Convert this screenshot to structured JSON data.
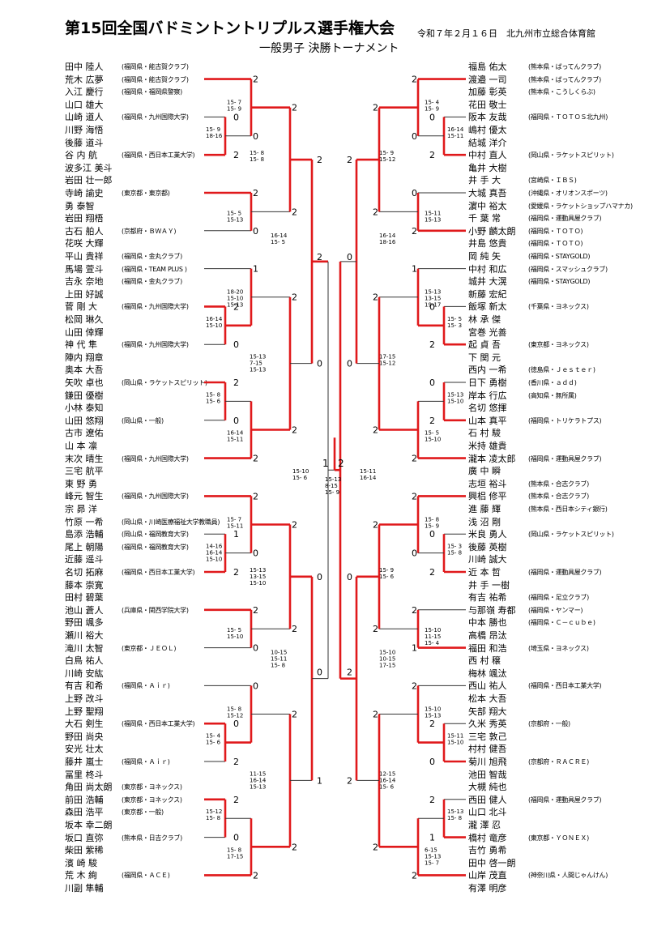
{
  "header": {
    "title": "第15回全国バドミントントリプルス選手権大会",
    "date_venue": "令和７年２月１６日　北九州市立総合体育館",
    "subtitle": "一般男子 決勝トーナメント"
  },
  "left_teams": [
    {
      "players": [
        "田中 陸人",
        "荒木 広夢",
        "入江 慶行"
      ],
      "affiliation": [
        "(福岡県・能古賀クラブ)",
        "(福岡県・能古賀クラブ)",
        "(福岡県・福岡県警察)"
      ]
    },
    {
      "players": [
        "山口 雄大",
        "山崎 道人",
        "川野 海悟"
      ],
      "affiliation": [
        "(福岡県・九州国際大学)"
      ]
    },
    {
      "players": [
        "後藤 道斗",
        "谷 内 航",
        "波多江 美斗"
      ],
      "affiliation": [
        "(福岡県・西日本工業大学)"
      ]
    },
    {
      "players": [
        "岩田 壮一郎",
        "寺崎 諭史",
        "勇 泰智"
      ],
      "affiliation": [
        "(東京都・東京都)"
      ]
    },
    {
      "players": [
        "岩田 翔梧",
        "古石 舶人",
        "花咲 大輝"
      ],
      "affiliation": [
        "(京都府・ＢＷＡＹ)"
      ]
    },
    {
      "players": [
        "平山 貴祥",
        "馬場 萱斗",
        "吉永 奈地"
      ],
      "affiliation": [
        "(福岡県・金丸クラブ)",
        "(福岡県・TEAM PLUS )",
        "(福岡県・金丸クラブ)"
      ]
    },
    {
      "players": [
        "上田 好誠",
        "菅 剛 大",
        "松岡 琳久"
      ],
      "affiliation": [
        "(福岡県・九州国際大学)"
      ]
    },
    {
      "players": [
        "山田 倖輝",
        "神 代 隼",
        "陣内 翔章"
      ],
      "affiliation": [
        "(福岡県・九州国際大学)"
      ]
    },
    {
      "players": [
        "奥本 大吾",
        "矢吹 卓也",
        "鎌田 優樹"
      ],
      "affiliation": [
        "(岡山県・ラケットスピリット)"
      ]
    },
    {
      "players": [
        "小林 泰知",
        "山田 悠翔",
        "古市 遼佑"
      ],
      "affiliation": [
        "(岡山県・一般)"
      ]
    },
    {
      "players": [
        "山 本 凛",
        "末次 晴生",
        "三宅 航平"
      ],
      "affiliation": [
        "(福岡県・九州国際大学)"
      ]
    },
    {
      "players": [
        "東 野 勇",
        "峰元 智生",
        "宗 昴 洋"
      ],
      "affiliation": [
        "(福岡県・九州国際大学)"
      ]
    },
    {
      "players": [
        "竹原 一希",
        "島添 浩輔",
        "尾上 朝陽"
      ],
      "affiliation": [
        "(岡山県・川崎医療福祉大学教職員)",
        "(岡山県・福岡教育大学)",
        "(福岡県・福岡教育大学)"
      ]
    },
    {
      "players": [
        "近藤 遥斗",
        "名切 拓麻",
        "藤本 崇寛"
      ],
      "affiliation": [
        "(福岡県・西日本工業大学)"
      ]
    },
    {
      "players": [
        "田村 碧葉",
        "池山 蒼人",
        "野田 颯多"
      ],
      "affiliation": [
        "(兵庫県・関西学院大学)"
      ]
    },
    {
      "players": [
        "瀬川 裕大",
        "滝川 太智",
        "白鳥 祐人"
      ],
      "affiliation": [
        "(東京都・ＪＥＯＬ)"
      ]
    },
    {
      "players": [
        "川崎 安紘",
        "有吉 和希",
        "上野 改斗"
      ],
      "affiliation": [
        "(福岡県・Ａｉｒ)"
      ]
    },
    {
      "players": [
        "上野 聖翔",
        "大石 剣生",
        "野田 尚央"
      ],
      "affiliation": [
        "(福岡県・西日本工業大学)"
      ]
    },
    {
      "players": [
        "安光 壮太",
        "藤井 嵐士",
        "冨里 柊斗"
      ],
      "affiliation": [
        "(福岡県・Ａｉｒ)"
      ]
    },
    {
      "players": [
        "角田 尚太朗",
        "前田 浩輔",
        "森田 浩平"
      ],
      "affiliation": [
        "(東京都・ヨネックス)",
        "(東京都・ヨネックス)",
        "(東京都・一般)"
      ]
    },
    {
      "players": [
        "坂本 幸二朗",
        "坂口 直弥",
        "柴田 紫稀"
      ],
      "affiliation": [
        "(熊本県・日吉クラブ)"
      ]
    },
    {
      "players": [
        "濱 崎 駿",
        "荒 木 絢",
        "川副 隼輔"
      ],
      "affiliation": [
        "(福岡県・ＡＣＥ)"
      ]
    }
  ],
  "right_teams": [
    {
      "players": [
        "福島 佑太",
        "渡邉 一司",
        "加藤 彰英"
      ],
      "affiliation": [
        "(熊本県・ばってんクラブ)",
        "(熊本県・ばってんクラブ)",
        "(熊本県・こうしくらぶ)"
      ]
    },
    {
      "players": [
        "花田 敬士",
        "阪本 友哉",
        "嶋村 優太"
      ],
      "affiliation": [
        "(福岡県・ＴＯＴＯＳ北九州)"
      ]
    },
    {
      "players": [
        "結城 洋介",
        "中村 直人",
        "亀井 大樹"
      ],
      "affiliation": [
        "(岡山県・ラケットスピリット)"
      ]
    },
    {
      "players": [
        "井 手 大",
        "大城 真吾",
        "濵中 裕太"
      ],
      "affiliation": [
        "(宮崎県・ＩＢＳ)",
        "(沖縄県・オリオンスポーツ)",
        "(愛媛県・ラケットショップハマナカ)"
      ]
    },
    {
      "players": [
        "千 葉 常",
        "小野 麟太朗",
        "井島 悠貴"
      ],
      "affiliation": [
        "(福岡県・運動具屋クラブ)",
        "(福岡県・ＴＯＴＯ)",
        "(福岡県・ＴＯＴＯ)"
      ]
    },
    {
      "players": [
        "岡 純 矢",
        "中村 和広",
        "城井 大滉"
      ],
      "affiliation": [
        "(福岡県・STAYGOLD)",
        "(福岡県・スマッシュクラブ)",
        "(福岡県・STAYGOLD)"
      ]
    },
    {
      "players": [
        "新藤 宏紀",
        "飯塚 新太",
        "林 承 傑"
      ],
      "affiliation": [
        "(千葉県・ヨネックス)"
      ]
    },
    {
      "players": [
        "宮巻 光善",
        "起 貞 吾",
        "下 関 元"
      ],
      "affiliation": [
        "(東京都・ヨネックス)"
      ]
    },
    {
      "players": [
        "西内 一希",
        "日下 勇樹",
        "岸本 行広"
      ],
      "affiliation": [
        "(徳島県・Ｊｅｓｔｅｒ)",
        "(香川県・ａｄｄ)",
        "(高知県・無所属)"
      ]
    },
    {
      "players": [
        "名切 悠揮",
        "山本 真平",
        "石 村 駿"
      ],
      "affiliation": [
        "(福岡県・トリケラトプス)"
      ]
    },
    {
      "players": [
        "米持 雄貴",
        "瀧本 凌太郎",
        "廣 中 瞬"
      ],
      "affiliation": [
        "(福岡県・運動具屋クラブ)"
      ]
    },
    {
      "players": [
        "志垣 裕斗",
        "興梠 修平",
        "進 藤 輝"
      ],
      "affiliation": [
        "(熊本県・合志クラブ)",
        "(熊本県・合志クラブ)",
        "(熊本県・西日本シティ銀行)"
      ]
    },
    {
      "players": [
        "浅 沼 剛",
        "米良 勇人",
        "後藤 英樹"
      ],
      "affiliation": [
        "(岡山県・ラケットスピリット)"
      ]
    },
    {
      "players": [
        "川崎 誠大",
        "近 本 哲",
        "井 手 一樹"
      ],
      "affiliation": [
        "(福岡県・運動具屋クラブ)"
      ]
    },
    {
      "players": [
        "有吉 祐希",
        "与那嶺 寿都",
        "中本 勝也"
      ],
      "affiliation": [
        "(福岡県・足立クラブ)",
        "(福岡県・ヤンマー)",
        "(福岡県・Ｃ－ｃｕｂｅ)"
      ]
    },
    {
      "players": [
        "高橋 昂汰",
        "福田 和浩",
        "西 村 穣"
      ],
      "affiliation": [
        "(埼玉県・ヨネックス)"
      ]
    },
    {
      "players": [
        "梅林 颯汰",
        "西山 祐人",
        "松本 大吾"
      ],
      "affiliation": [
        "(福岡県・西日本工業大学)"
      ]
    },
    {
      "players": [
        "矢部 翔大",
        "久米 秀英",
        "三宅 敦己"
      ],
      "affiliation": [
        "(京都府・一般)"
      ]
    },
    {
      "players": [
        "村村 健吾",
        "菊川 旭飛",
        "池田 智哉"
      ],
      "affiliation": [
        "(京都府・ＲＡＣＲＥ)"
      ]
    },
    {
      "players": [
        "大槻 純也",
        "西田 健人",
        "山口 北斗"
      ],
      "affiliation": [
        "(福岡県・運動具屋クラブ)"
      ]
    },
    {
      "players": [
        "瀧 澤 忍",
        "橋村 竜彦",
        "吉竹 勇希"
      ],
      "affiliation": [
        "(東京都・ＹＯＮＥＸ)"
      ]
    },
    {
      "players": [
        "田中 啓一朗",
        "山岸 茂直",
        "有澤 明彦"
      ],
      "affiliation": [
        "(神奈川県・人間じゃんけん)"
      ]
    }
  ],
  "scores": {
    "left": {
      "t1_2": "2",
      "t2_1": "0",
      "t3_1": "2",
      "t4_1": "2",
      "t5_1": "0",
      "t6_1": "1",
      "t7_1": "2",
      "t8_1": "0",
      "t9_1": "2",
      "t10_1": "0",
      "t11_1": "2",
      "t12_1": "2",
      "t13_1": "1",
      "t14_1": "2",
      "t15_1": "2",
      "t16_1": "0",
      "t17_1": "0",
      "t18_1": "0",
      "t19_1": "2",
      "t20_1": "2",
      "t21_1": "0",
      "t22_1": "2",
      "m_2_3": "0",
      "m_1_23": "2",
      "m_4_5": "2",
      "m_1_5": "2",
      "m_6_7": "2",
      "m_7_8": "1",
      "m_9_10": "0",
      "m_9_11": "2",
      "m_6_11": "0",
      "m_12_13": "0",
      "m_12_14": "2",
      "m_15_16": "2",
      "m_15_17": "1",
      "m_12_17": "2",
      "m_18_19": "0",
      "m_20_21": "1",
      "m_19_21": "1",
      "m_20_22": "2",
      "m_quarter_a": "2",
      "m_quarter_b": "0",
      "m_semi_a": "2",
      "m_semi_b": "0",
      "final_left": "1"
    },
    "right": {
      "t1_2": "2",
      "t2_1": "0",
      "t3_1": "2",
      "t4_1": "0",
      "t5_1": "2",
      "t6_1": "1",
      "t7_1": "0",
      "t8_1": "2",
      "t9_1": "0",
      "t10_1": "2",
      "t11_1": "2",
      "t12_1": "2",
      "t13_1": "0",
      "t14_1": "2",
      "t15_1": "2",
      "t16_1": "1",
      "t17_1": "2",
      "t18_1": "2",
      "t19_1": "0",
      "t20_1": "2",
      "t21_1": "1",
      "t22_1": "2",
      "m_2_3": "0",
      "m_1_23": "2",
      "m_4_5": "2",
      "m_1_5": "2",
      "m_6_7": "2",
      "m_7_8": "0",
      "m_9_10": "2",
      "m_9_11": "2",
      "m_6_11": "0",
      "m_12_13": "0",
      "m_12_14": "2",
      "m_15_16": "2",
      "m_15_17": "0",
      "m_12_17": "2",
      "m_18_19": "1",
      "m_20_21": "1",
      "m_19_21": "2",
      "m_20_22": "2",
      "m_quarter_a": "2",
      "m_quarter_b": "0",
      "m_semi_a": "0",
      "m_semi_b": "2",
      "final_right": "2"
    }
  },
  "set_scores": {
    "left": {
      "a": [
        "15- 7",
        "15- 9"
      ],
      "b": [
        "15- 9",
        "18-16"
      ],
      "c": [
        "15- 8",
        "15- 8"
      ],
      "d": [
        "15- 5",
        "15-13"
      ],
      "e": [
        "16-14",
        "15- 5"
      ],
      "f": [
        "18-20",
        "15-10",
        "15-13"
      ],
      "g": [
        "16-14",
        "15-10"
      ],
      "h": [
        "15-13",
        "7-15",
        "15-13"
      ],
      "i": [
        "15- 8",
        "15- 6"
      ],
      "j": [
        "16-14",
        "15-11"
      ],
      "k": [
        "15- 7",
        "15-11"
      ],
      "l": [
        "14-16",
        "16-14",
        "15-10"
      ],
      "m": [
        "15-13",
        "13-15",
        "15-10"
      ],
      "n": [
        "15- 5",
        "15-10"
      ],
      "o": [
        "15- 8",
        "15-12"
      ],
      "p": [
        "10-15",
        "15-11",
        "15- 8"
      ],
      "q": [
        "15-12",
        "15- 8"
      ],
      "r": [
        "15- 8",
        "17-15"
      ],
      "s": [
        "15- 4",
        "15- 6"
      ],
      "t": [
        "11-15",
        "16-14",
        "15-13"
      ],
      "final": [
        "15-10",
        "15- 6"
      ]
    },
    "right": {
      "a": [
        "15- 4",
        "15- 9"
      ],
      "b": [
        "16-14",
        "15-11"
      ],
      "c": [
        "15- 9",
        "15-12"
      ],
      "d": [
        "15-11",
        "15-13"
      ],
      "e": [
        "16-14",
        "18-16"
      ],
      "f": [
        "15-13",
        "13-15",
        "19-17"
      ],
      "g": [
        "15- 5",
        "15- 3"
      ],
      "h": [
        "17-15",
        "15-12"
      ],
      "i": [
        "15-13",
        "15-10"
      ],
      "j": [
        "15- 5",
        "15-10"
      ],
      "k": [
        "15- 8",
        "15- 9"
      ],
      "l": [
        "15- 3",
        "15- 8"
      ],
      "m": [
        "15- 9",
        "15- 6"
      ],
      "n": [
        "15-10",
        "11-15",
        "15- 4"
      ],
      "o": [
        "15-10",
        "15-13"
      ],
      "p": [
        "15-10",
        "10-15",
        "17-15"
      ],
      "q": [
        "15-11",
        "15-10"
      ],
      "r": [
        "12-15",
        "16-14",
        "15- 6"
      ],
      "s": [
        "15-13",
        "15- 8"
      ],
      "t": [
        "6-15",
        "15-13",
        "15- 7"
      ],
      "final": [
        "15-11",
        "16-14"
      ],
      "center": [
        "15-13",
        "8-15",
        "15- 9"
      ]
    }
  }
}
